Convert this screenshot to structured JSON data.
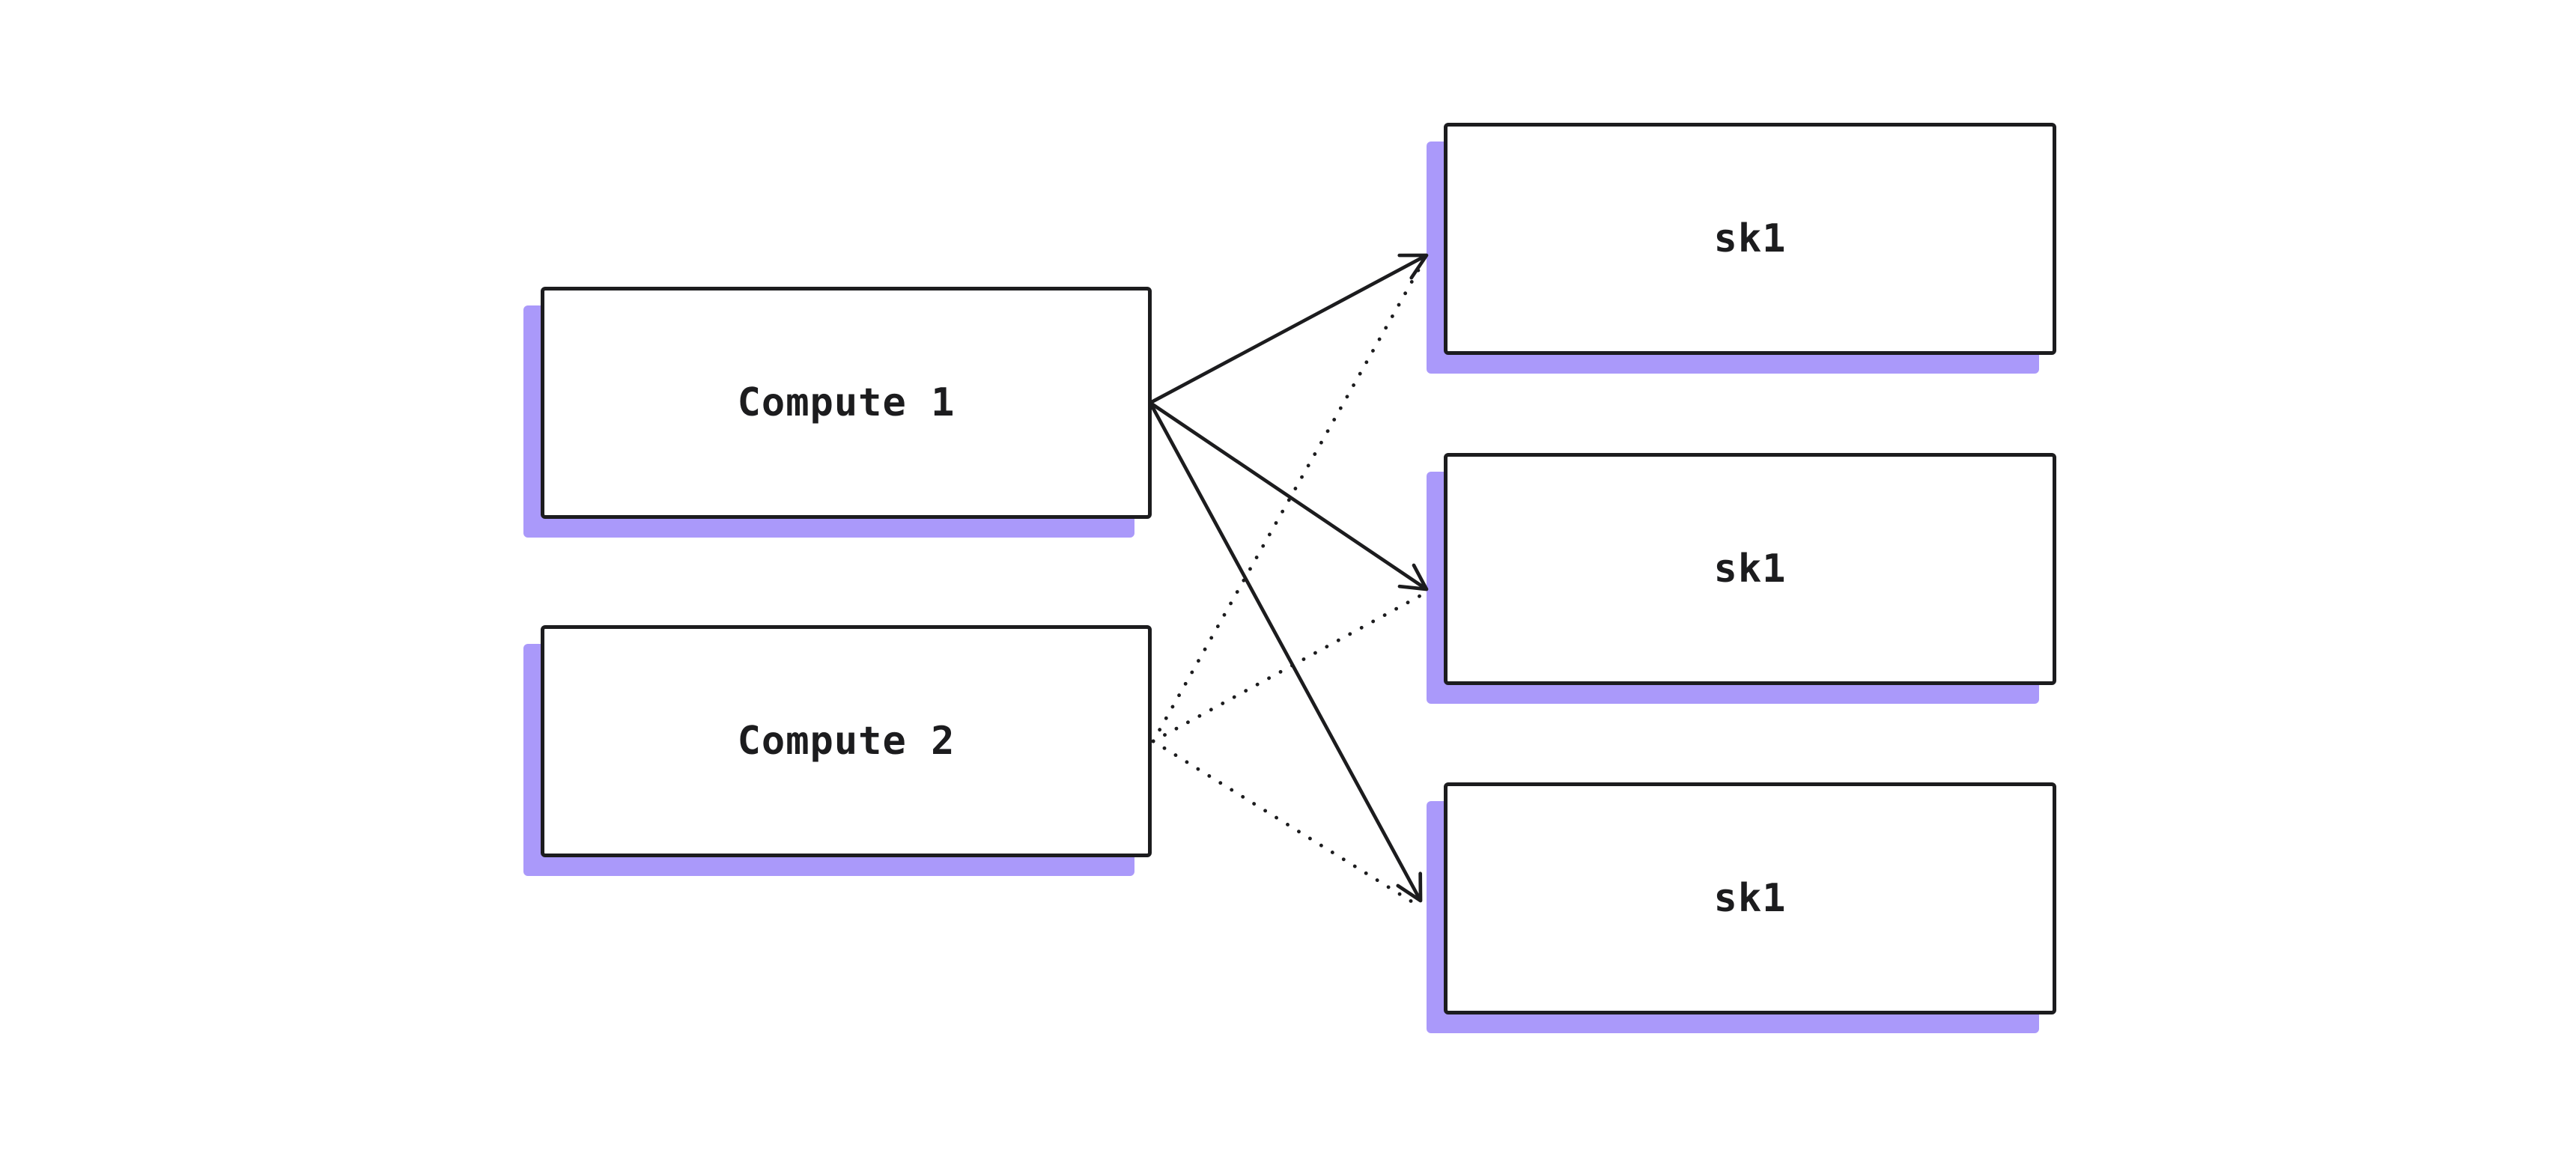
{
  "diagram": {
    "background_color": "#ffffff",
    "style": {
      "box_fill": "#ffffff",
      "border_color": "#1c1c1e",
      "shadow_color": "#aa99fa",
      "text_color": "#1c1c1e"
    },
    "nodes": [
      {
        "id": "compute-1",
        "label": "Compute 1"
      },
      {
        "id": "compute-2",
        "label": "Compute 2"
      },
      {
        "id": "sk1-top",
        "label": "sk1"
      },
      {
        "id": "sk1-middle",
        "label": "sk1"
      },
      {
        "id": "sk1-bottom",
        "label": "sk1"
      }
    ],
    "edges": [
      {
        "from": "compute-1",
        "to": "sk1-top",
        "line_style": "solid",
        "arrowhead": "open-v"
      },
      {
        "from": "compute-1",
        "to": "sk1-middle",
        "line_style": "solid",
        "arrowhead": "open-v"
      },
      {
        "from": "compute-1",
        "to": "sk1-bottom",
        "line_style": "solid",
        "arrowhead": "open-v"
      },
      {
        "from": "compute-2",
        "to": "sk1-top",
        "line_style": "dotted",
        "arrowhead": "none"
      },
      {
        "from": "compute-2",
        "to": "sk1-middle",
        "line_style": "dotted",
        "arrowhead": "none"
      },
      {
        "from": "compute-2",
        "to": "sk1-bottom",
        "line_style": "dotted",
        "arrowhead": "none"
      }
    ]
  }
}
